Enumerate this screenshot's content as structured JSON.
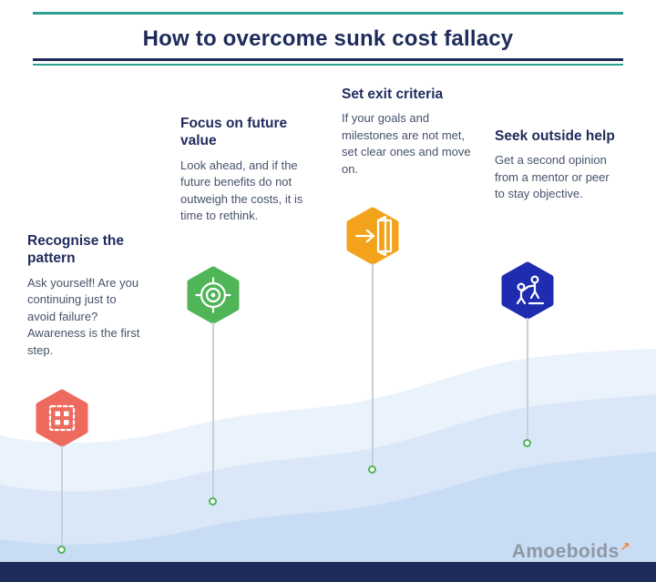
{
  "header": {
    "title": "How to overcome sunk cost fallacy"
  },
  "steps": [
    {
      "heading": "Recognise the pattern",
      "body": "Ask yourself! Are you continuing just to avoid failure? Awareness is the first step.",
      "color": "#ee6a5e",
      "icon": "pattern-icon"
    },
    {
      "heading": "Focus on future value",
      "body": "Look ahead, and if the future benefits do not outweigh the costs, it is time to rethink.",
      "color": "#4fb557",
      "icon": "target-icon"
    },
    {
      "heading": "Set exit criteria",
      "body": "If your goals and milestones are not met, set clear ones and move on.",
      "color": "#f3a31b",
      "icon": "exit-door-icon"
    },
    {
      "heading": "Seek outside help",
      "body": "Get a second opinion from a mentor or peer to stay objective.",
      "color": "#1e2cb0",
      "icon": "helping-people-icon"
    }
  ],
  "footer": {
    "logo_text": "Amoeboids",
    "logo_mark": "↗"
  },
  "colors": {
    "title_navy": "#1f2b5b",
    "accent_teal": "#2ba08f",
    "body_text": "#46526b",
    "wave_light": "#eaf2fb",
    "wave_mid": "#d9e7f8",
    "wave_deep": "#c8dcf4",
    "bottom_bar": "#1f2b5b",
    "stem_line": "#c6d0d8",
    "dot_ring": "#4fb557"
  }
}
